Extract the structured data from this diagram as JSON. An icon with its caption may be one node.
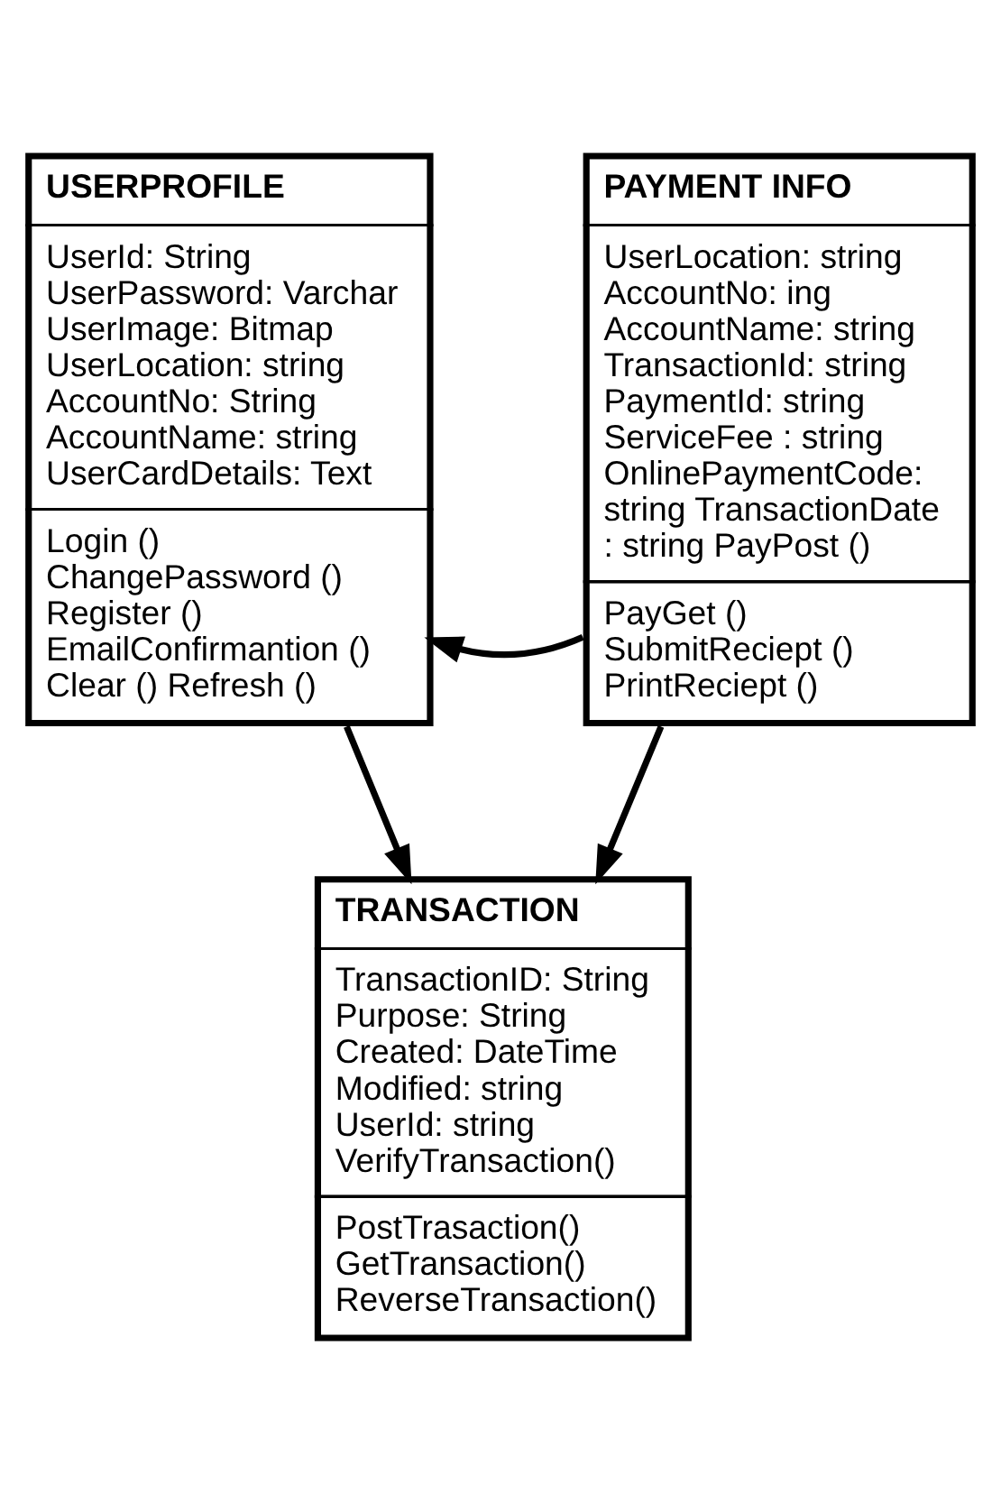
{
  "diagram": {
    "nodes": [
      {
        "text": [
          "TRANSACTION",
          "TransactionID: String Purpose: String Created: DateTime Modified: string UserId: string VerifyTransaction()",
          "PostTrasaction() GetTransaction() ReverseTransaction()"
        ]
      },
      {
        "text": [
          "USERPROFILE",
          "UserId: String UserPassword: Varchar UserImage: Bitmap UserLocation: string AccountNo: String AccountName: string UserCardDetails: Text",
          "Login () ChangePassword () Register () EmailConfirmantion () Clear () Refresh ()"
        ]
      },
      {
        "text": [
          "PAYMENT INFO",
          "UserLocation: string AccountNo: ing AccountName: string TransactionId: string PaymentId: string ServiceFee : string OnlinePaymentCode: string TransactionDate : string PayPost ()",
          "PayGet () SubmitReciept () PrintReciept ()"
        ]
      }
    ],
    "edges": [
      {
        "from": 1,
        "to": 0,
        "arrow": "to"
      },
      {
        "from": 2,
        "to": 0,
        "arrow": "to"
      },
      {
        "from": 2,
        "to": 1,
        "arrow": "to"
      }
    ]
  }
}
